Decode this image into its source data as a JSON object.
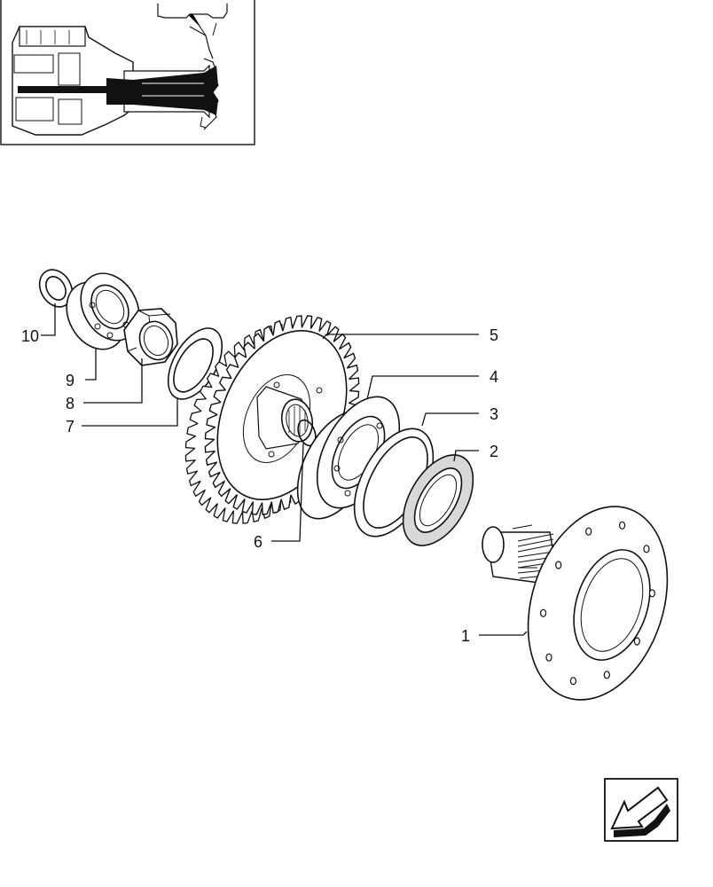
{
  "callouts": [
    {
      "id": "1",
      "label": "1"
    },
    {
      "id": "2",
      "label": "2"
    },
    {
      "id": "3",
      "label": "3"
    },
    {
      "id": "4",
      "label": "4"
    },
    {
      "id": "5",
      "label": "5"
    },
    {
      "id": "6",
      "label": "6"
    },
    {
      "id": "7",
      "label": "7"
    },
    {
      "id": "8",
      "label": "8"
    },
    {
      "id": "9",
      "label": "9"
    },
    {
      "id": "10",
      "label": "10"
    }
  ],
  "navigation": {
    "icon": "back-arrow-icon"
  },
  "colors": {
    "ink": "#111111",
    "background": "#ffffff"
  }
}
